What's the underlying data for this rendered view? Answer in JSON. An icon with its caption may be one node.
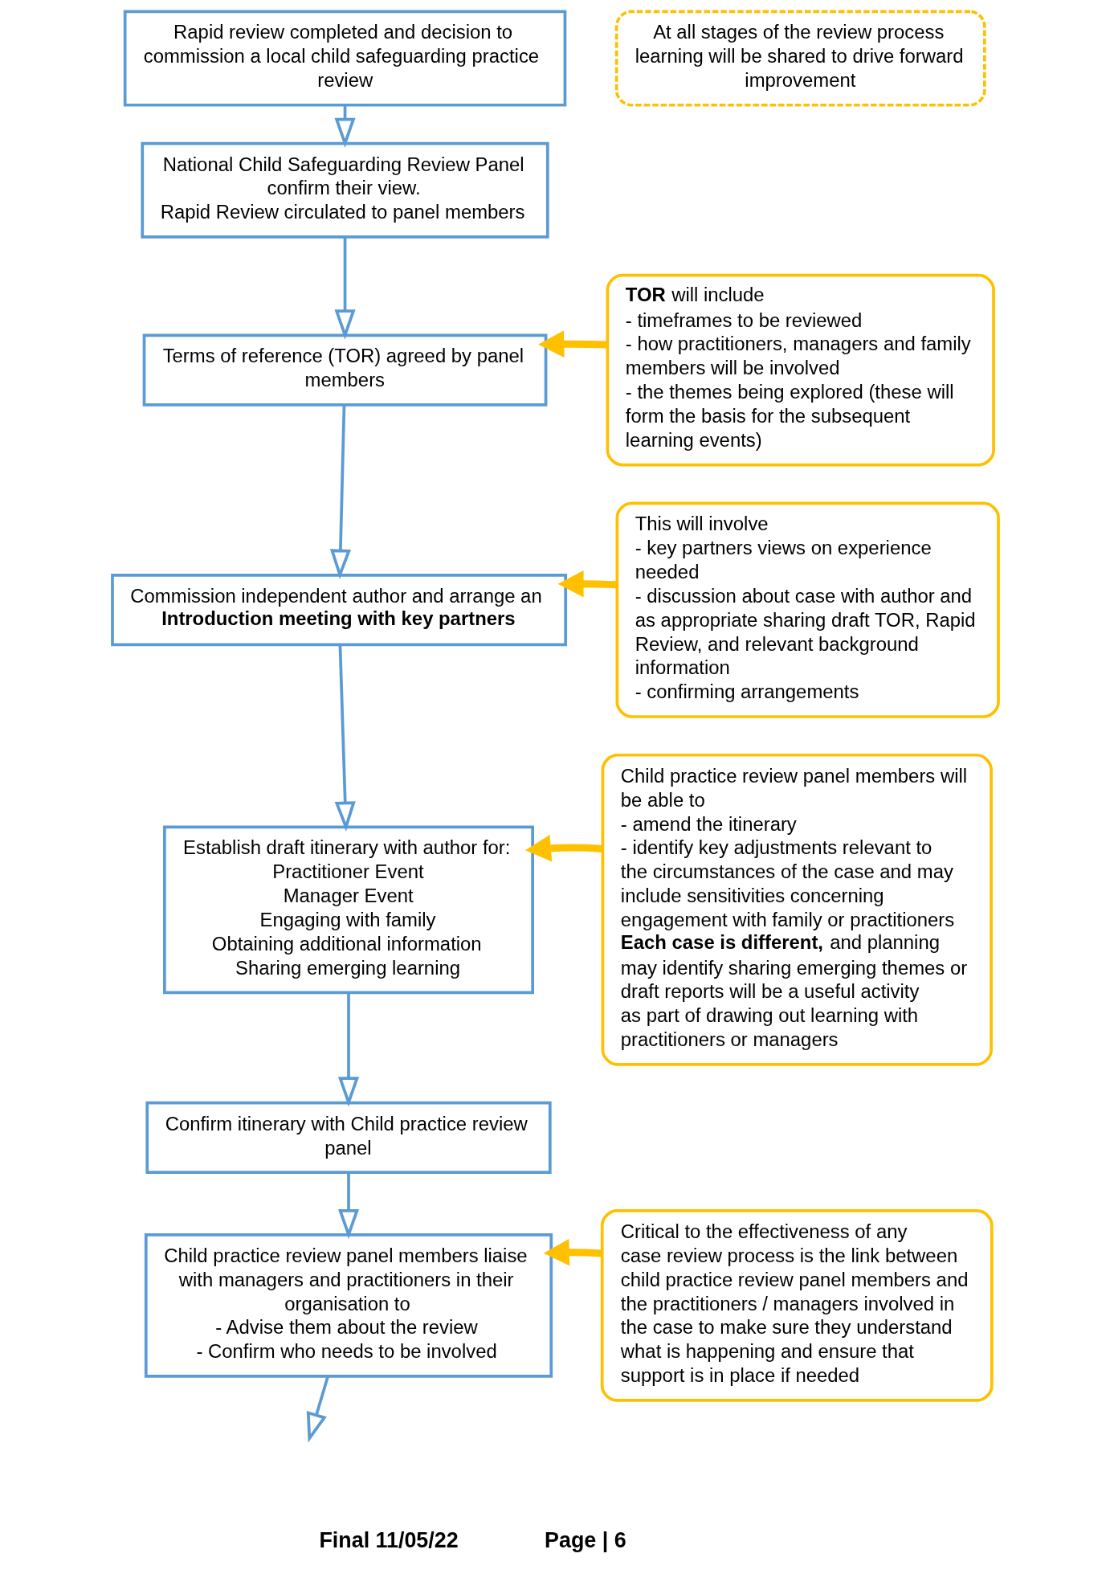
{
  "diagram": {
    "nodes": [
      {
        "text": [
          "Rapid review completed and decision to commission a local child safeguarding practice review"
        ]
      },
      {
        "text": [
          "National Child Safeguarding Review Panel confirm their view.",
          "Rapid Review circulated to panel members"
        ]
      },
      {
        "text": [
          "Terms of reference (TOR) agreed by panel members"
        ]
      },
      {
        "text": [
          "Commission independent author and arrange an",
          "**Introduction meeting with key partners**"
        ]
      },
      {
        "text": [
          "Establish draft itinerary with author for:",
          "Practitioner Event",
          "Manager Event",
          "Engaging with family",
          "Obtaining additional information",
          "Sharing emerging learning"
        ]
      },
      {
        "text": [
          "Confirm itinerary with Child practice review panel"
        ]
      },
      {
        "text": [
          "Child practice review panel members liaise with managers and practitioners in their organisation to",
          "- Advise them about the review",
          "- Confirm who needs to be involved"
        ]
      },
      {
        "text": [
          "At all stages of the review process learning will be shared to drive forward improvement"
        ]
      },
      {
        "text": [
          "**TOR** will include",
          "- timeframes to be reviewed",
          "- how practitioners, managers and family members will be involved",
          "- the themes being explored (these will form the basis for the subsequent learning events)"
        ]
      },
      {
        "text": [
          "This will involve",
          "- key partners views on experience needed",
          "- discussion about case with author and as appropriate sharing draft TOR, Rapid Review, and relevant background information",
          "- confirming arrangements"
        ]
      },
      {
        "text": [
          "Child practice review panel members will be able to",
          "- amend the itinerary",
          "- identify key adjustments relevant to the circumstances of the case and may include sensitivities concerning engagement with family or practitioners",
          "**Each case is different,** and planning may identify sharing emerging themes or draft reports will be a useful activity as part of drawing out learning with practitioners or managers"
        ]
      },
      {
        "text": [
          "Critical to the effectiveness of any case review process is the link between child practice review panel members and the practitioners / managers involved in the case to make sure they understand what is happening and ensure that support is in place if needed"
        ]
      }
    ],
    "edges": [
      {
        "from": 0,
        "to": 1,
        "arrow": "to"
      },
      {
        "from": 1,
        "to": 2,
        "arrow": "to"
      },
      {
        "from": 2,
        "to": 3,
        "arrow": "to"
      },
      {
        "from": 3,
        "to": 4,
        "arrow": "to"
      },
      {
        "from": 4,
        "to": 5,
        "arrow": "to"
      },
      {
        "from": 5,
        "to": 6,
        "arrow": "to"
      },
      {
        "from": 6,
        "to": null,
        "arrow": "to"
      },
      {
        "from": 8,
        "to": 2,
        "arrow": "to",
        "style": "thick",
        "color": "#ffc000"
      },
      {
        "from": 9,
        "to": 3,
        "arrow": "to",
        "style": "thick",
        "color": "#ffc000"
      },
      {
        "from": 10,
        "to": 4,
        "arrow": "to",
        "style": "thick",
        "color": "#ffc000"
      },
      {
        "from": 11,
        "to": 6,
        "arrow": "to",
        "style": "thick",
        "color": "#ffc000"
      }
    ],
    "labels": [
      "Final 11/05/22",
      "Page | 6"
    ]
  }
}
